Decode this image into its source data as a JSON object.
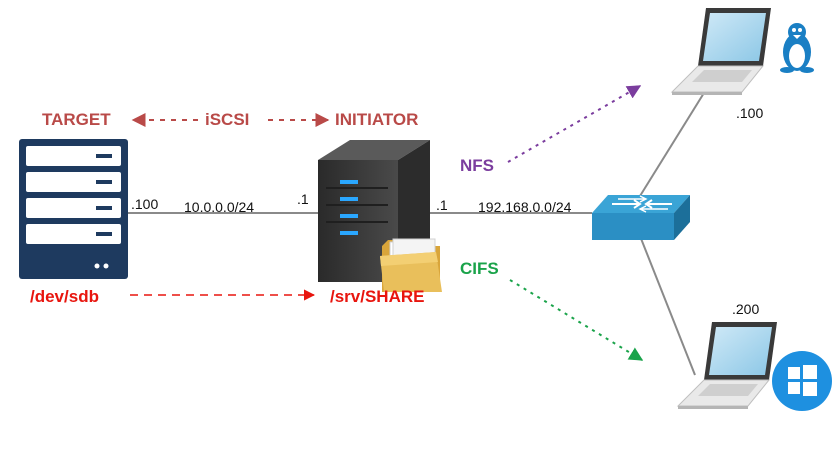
{
  "labels": {
    "target": "TARGET",
    "iscsi": "iSCSI",
    "initiator": "INITIATOR",
    "nfs": "NFS",
    "cifs": "CIFS",
    "target_ip": ".100",
    "subnet_a": "10.0.0.0/24",
    "initiator_ip_a": ".1",
    "initiator_ip_b": ".1",
    "subnet_b": "192.168.0.0/24",
    "linux_ip": ".100",
    "windows_ip": ".200",
    "dev_path": "/dev/sdb",
    "share_path": "/srv/SHARE"
  },
  "colors": {
    "protocol_red": "#b94a48",
    "path_red": "#e8150e",
    "nfs_purple": "#7b3d9e",
    "cifs_green": "#1aa34a",
    "link_gray": "#8a8a8a",
    "switch_blue": "#2b8fc4",
    "text_black": "#111111"
  },
  "icons": {
    "target_device": "storage-server-icon",
    "initiator_device": "tower-server-icon",
    "share_folder": "folder-icon",
    "switch_device": "network-switch-icon",
    "linux_client": "laptop-icon",
    "linux_os": "linux-tux-icon",
    "windows_client": "laptop-icon",
    "windows_os": "windows-logo-icon"
  }
}
